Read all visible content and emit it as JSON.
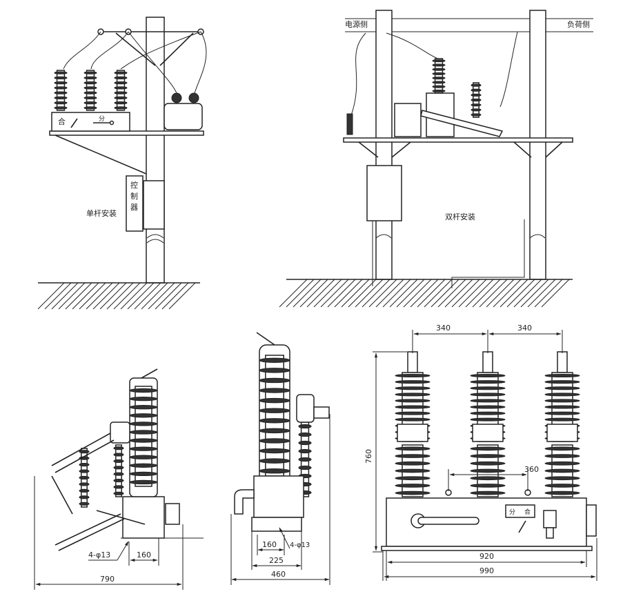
{
  "single_pole": {
    "label": "单杆安装",
    "controller": [
      "控",
      "制",
      "器"
    ],
    "close_mark": "合",
    "open_mark": "分"
  },
  "double_pole": {
    "label": "双杆安装",
    "source_side": "电源侧",
    "load_side": "负荷侧"
  },
  "side_view": {
    "hole_spec": "4-φ13",
    "dim_base": "160",
    "dim_total": "790"
  },
  "end_view": {
    "hole_spec": "4-φ13",
    "dim_inner": "160",
    "dim_mid": "225",
    "dim_total": "460"
  },
  "front_view": {
    "dim_phase_1": "340",
    "dim_phase_2": "340",
    "dim_mount": "360",
    "dim_height": "760",
    "dim_base": "920",
    "dim_total": "990",
    "open_mark": "分",
    "close_mark": "合"
  }
}
